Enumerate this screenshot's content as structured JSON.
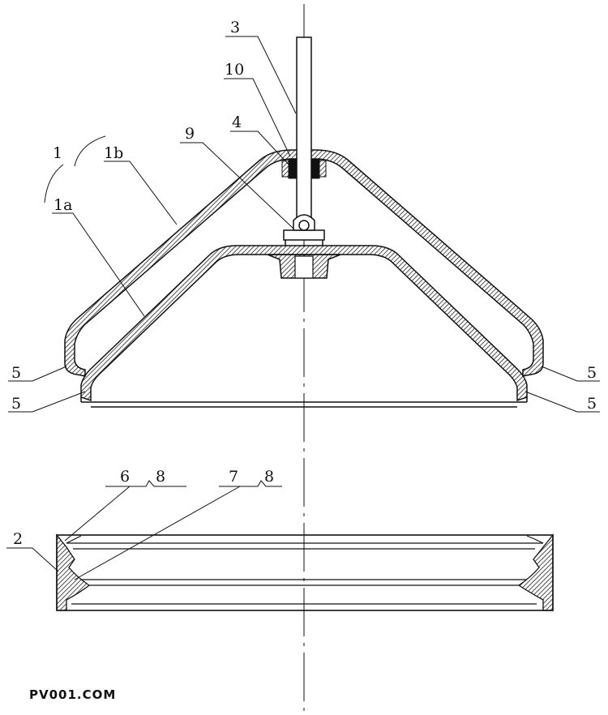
{
  "labels": {
    "l3": "3",
    "l10": "10",
    "l4": "4",
    "l9": "9",
    "l1": "1",
    "l1b": "1b",
    "l1a": "1a",
    "l5_left_upper": "5",
    "l5_left_lower": "5",
    "l5_right_upper": "5",
    "l5_right_lower": "5",
    "l6": "6",
    "l6_8": "8",
    "l7": "7",
    "l7_8": "8",
    "l2": "2"
  },
  "watermark": "PV001.COM",
  "colors": {
    "line": "#111111",
    "hatch": "#222222",
    "watermark": "#e0a070"
  }
}
